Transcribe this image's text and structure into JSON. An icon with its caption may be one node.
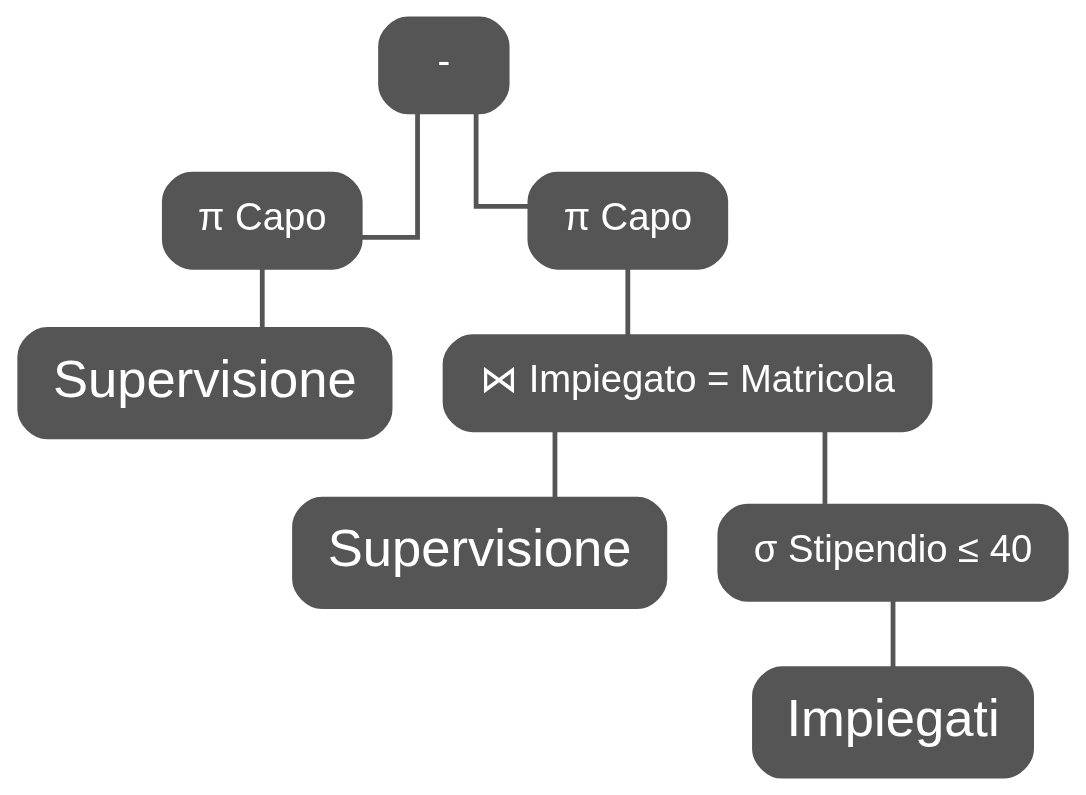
{
  "diagram": {
    "nodes": [
      {
        "text": [
          "-"
        ]
      },
      {
        "text": [
          "π Capo"
        ]
      },
      {
        "text": [
          "Supervisione"
        ]
      },
      {
        "text": [
          "π Capo"
        ]
      },
      {
        "text": [
          "⋈ Impiegato = Matricola"
        ]
      },
      {
        "text": [
          "Supervisione"
        ]
      },
      {
        "text": [
          "σ Stipendio ≤ 40"
        ]
      },
      {
        "text": [
          "Impiegati"
        ]
      }
    ],
    "edges": [
      {
        "from": 0,
        "to": 1,
        "arrow": "none"
      },
      {
        "from": 0,
        "to": 3,
        "arrow": "none"
      },
      {
        "from": 1,
        "to": 2,
        "arrow": "none"
      },
      {
        "from": 3,
        "to": 4,
        "arrow": "none"
      },
      {
        "from": 4,
        "to": 5,
        "arrow": "none"
      },
      {
        "from": 4,
        "to": 6,
        "arrow": "none"
      },
      {
        "from": 6,
        "to": 7,
        "arrow": "none"
      }
    ]
  }
}
